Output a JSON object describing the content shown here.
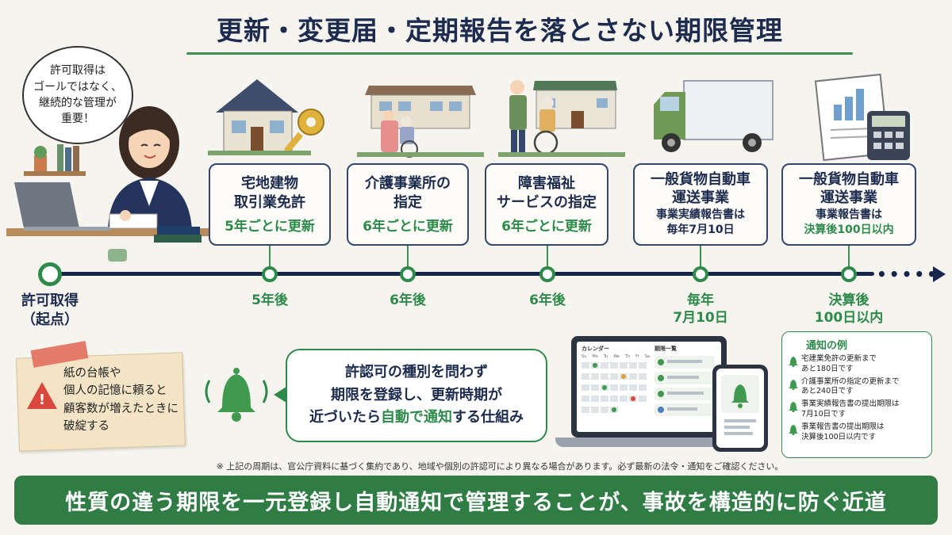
{
  "title": "更新・変更届・定期報告を落とさない期限管理",
  "bubble": [
    "許可取得は",
    "ゴールではなく、",
    "継続的な管理が",
    "重要！"
  ],
  "start": {
    "label1": "許可取得",
    "label2": "（起点）"
  },
  "items": [
    {
      "name1": "宅地建物",
      "name2": "取引業免許",
      "cycle": "5年ごとに更新",
      "timeline_label": "5年後"
    },
    {
      "name1": "介護事業所の",
      "name2": "指定",
      "cycle": "6年ごとに更新",
      "timeline_label": "6年後"
    },
    {
      "name1": "障害福祉",
      "name2": "サービスの指定",
      "cycle": "6年ごとに更新",
      "timeline_label": "6年後"
    },
    {
      "name1": "一般貨物自動車",
      "name2": "運送事業",
      "sub1": "事業実績報告書は",
      "sub2": "毎年7月10日",
      "timeline_label1": "毎年",
      "timeline_label2": "7月10日"
    },
    {
      "name1": "一般貨物自動車",
      "name2": "運送事業",
      "sub1": "事業報告書は",
      "sub2": "決算後100日以内",
      "timeline_label1": "決算後",
      "timeline_label2": "100日以内"
    }
  ],
  "note": [
    "紙の台帳や",
    "個人の記憶に頼ると",
    "顧客数が増えたときに",
    "破綻する"
  ],
  "center": {
    "line1": "許認可の種別を問わず",
    "line2": "期限を登録し、更新時期が",
    "line3_pre": "近づいたら",
    "line3_hl": "自動で通知",
    "line3_post": "する仕組み"
  },
  "laptop": {
    "cal_title": "カレンダー",
    "list_title": "期限一覧",
    "weekdays": [
      "Su",
      "Mo",
      "Tu",
      "We",
      "Th",
      "Fr",
      "Sa"
    ]
  },
  "notifications": {
    "title": "通知の例",
    "items": [
      [
        "宅建業免許の更新まで",
        "あと180日です"
      ],
      [
        "介護事業所の指定の更新まで",
        "あと240日です"
      ],
      [
        "事業実績報告書の提出期限は",
        "7月10日です"
      ],
      [
        "事業報告書の提出期限は",
        "決算後100日以内です"
      ]
    ]
  },
  "footnote": "※ 上記の周期は、官公庁資料に基づく集約であり、地域や個別の許認可により異なる場合があります。必ず最新の法令・通知をご確認ください。",
  "banner": "性質の違う期限を一元登録し自動通知で管理することが、事故を構造的に防ぐ近道",
  "colors": {
    "accent_green": "#2e8a4a",
    "navy": "#1d2b4f",
    "banner": "#2f7d45",
    "warning": "#d9473f"
  }
}
